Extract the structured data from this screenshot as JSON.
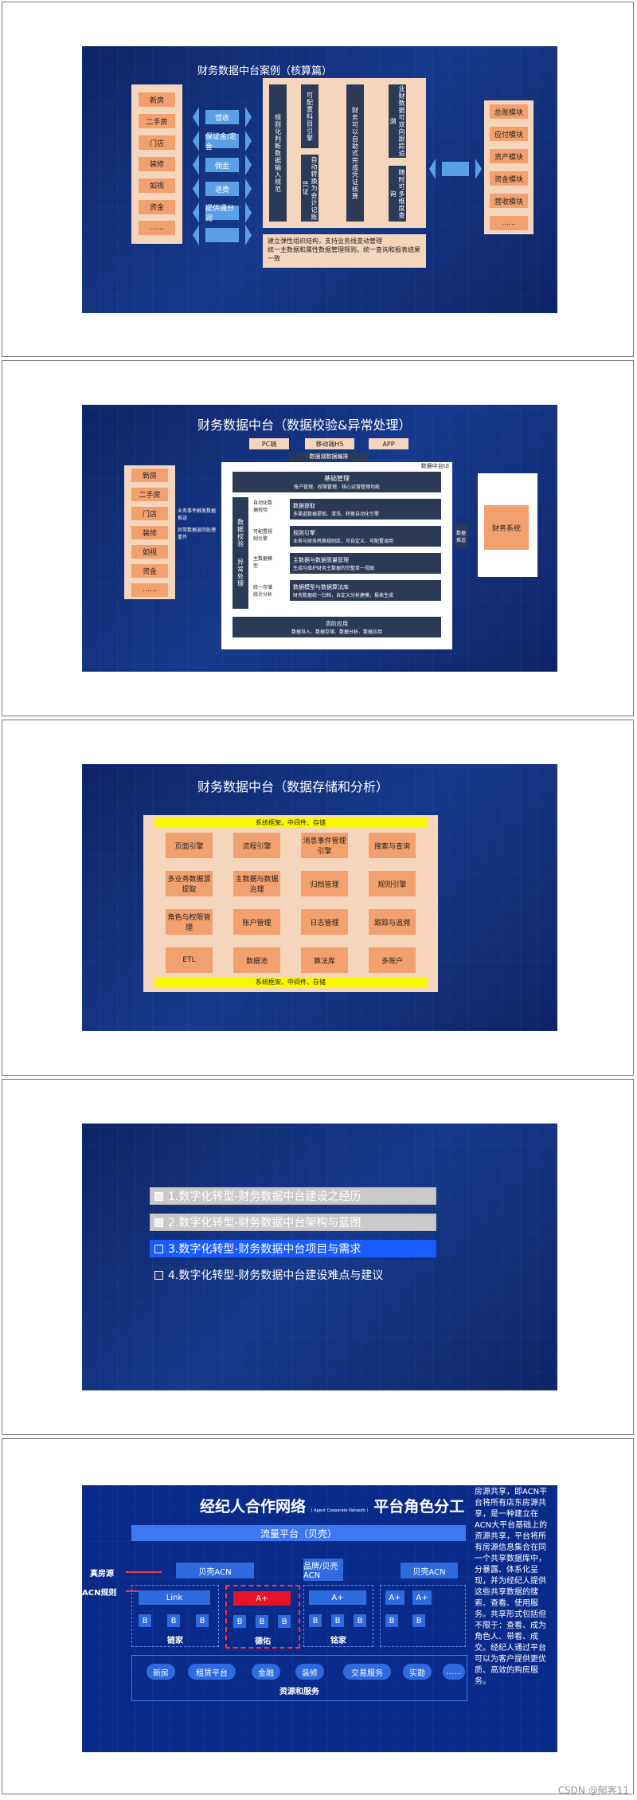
{
  "slide1": {
    "title": "财务数据中台案例（核算篇）",
    "sources": [
      "新房",
      "二手房",
      "门店",
      "装修",
      "如视",
      "资金",
      "……"
    ],
    "flows": [
      "营收",
      "保证金/定金",
      "佣金",
      "退费",
      "提供通分润",
      ""
    ],
    "center_cols": [
      "规则化判断数据输入规范",
      "可配置科目引擎",
      "自动转换为会计记账凭证",
      "财务可以自助式完成凭证核算",
      "业财数据可双向跟踪追溯",
      "随时可多维度查询"
    ],
    "modules": [
      "总账模块",
      "应付模块",
      "资产模块",
      "资金模块",
      "营收模块",
      "……"
    ],
    "notes": [
      "建立弹性组织结构，支持业务线变动管理",
      "统一主数据和属性数据管理规则，统一查询和报表结果一致"
    ]
  },
  "slide2": {
    "title": "财务数据中台（数据校验&异常处理）",
    "channels": [
      "PC端",
      "移动端H5",
      "APP"
    ],
    "hub_label": "数据中台UI",
    "hub_top": "数据湖数据编排",
    "sources": [
      "新房",
      "二手房",
      "门店",
      "装修",
      "如视",
      "资金",
      "……"
    ],
    "left_notes": [
      "业务事件触发数据推送",
      "异常数据返回处理重传"
    ],
    "layers": [
      {
        "title": "基础管理",
        "desc": "账户管理、权限管理、核心运营管理功能"
      },
      {
        "title": "数据提取",
        "desc": "多渠道数据提取、清洗、转换自动化引擎"
      },
      {
        "title": "规则引擎",
        "desc": "业务与财务转换规则库，可自定义、可配置调用"
      },
      {
        "title": "主数据与数据质量管理",
        "desc": "生成与维护财务主数据的完整单一视图"
      },
      {
        "title": "数据模型与数据算法库",
        "desc": "财务数据统一归档，自定义分析建模，报表生成"
      },
      {
        "title": "高阶应用",
        "desc": "数据导入、数据存储、数据分析、数据应用"
      }
    ],
    "side_labels": [
      "自动化数据校验",
      "可配置规则引擎",
      "主数据模型",
      "统一存储统计分析"
    ],
    "vertical_left": "数据校验",
    "vertical_left2": "异常处理",
    "push_label": "数据推送",
    "target": "财务系统"
  },
  "slide3": {
    "title": "财务数据中台（数据存储和分析）",
    "bar_top": "系统框架、中间件、存储",
    "bar_bottom": "系统框架、中间件、存储",
    "grid": [
      [
        "页面引擎",
        "流程引擎",
        "消息事件管理引擎",
        "搜索与查询"
      ],
      [
        "多业务数据源提取",
        "主数据与数据治理",
        "归档管理",
        "规则引擎"
      ],
      [
        "角色与权限管理",
        "账户管理",
        "日志管理",
        "跟踪与追溯"
      ],
      [
        "ETL",
        "数据池",
        "算法库",
        "多账户"
      ]
    ]
  },
  "slide4": {
    "items": [
      "1.数字化转型-财务数据中台建设之经历",
      "2.数字化转型-财务数据中台架构与蓝图",
      "3.数字化转型-财务数据中台项目与需求",
      "4.数字化转型-财务数据中台建设难点与建议"
    ]
  },
  "slide5": {
    "title_a": "经纪人合作网络",
    "title_sub": "( Agent Cooperate Network )",
    "title_b": "平台角色分工",
    "platform": "流量平台（贝壳）",
    "true_house": "真房源",
    "acn_rule": "ACN规则",
    "acn_boxes": [
      "贝壳ACN",
      "品牌/贝壳ACN",
      "贝壳ACN"
    ],
    "link": "Link",
    "aplus": "A+",
    "b": "B",
    "brands": [
      "链家",
      "德佑",
      "铭家"
    ],
    "resources": [
      "新房",
      "租赁平台",
      "金融",
      "装修",
      "交易服务",
      "实勘",
      "……"
    ],
    "resources_label": "资源和服务",
    "side_text": "房源共享，即ACN平台将所有店东房源共享，是一种建立在ACN大平台基础上的资源共享，平台将所有房源信息集合在同一个共享数据库中，分暴露、体系化呈现，并为经纪人提供这些共享数据的搜索、查看、使用服务。共享形式包括但不限于：查看、成为角色人、带看、成交。经纪人通过平台可以为客户提供更优质、高效的购房服务。",
    "watermark": "CSDN @郁客11"
  }
}
